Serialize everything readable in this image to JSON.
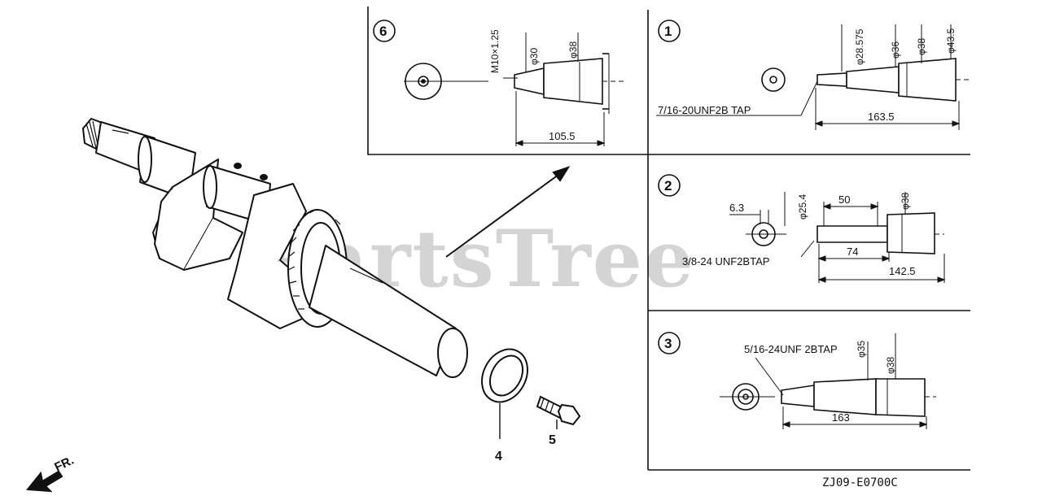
{
  "watermark": "PartsTree",
  "diagram_code": "ZJ09-E0700C",
  "front_marker": "FR.",
  "callouts": {
    "washer": "4",
    "bolt": "5"
  },
  "panels": {
    "p6": {
      "number": "6",
      "thread": "M10×1.25",
      "dia1": "φ30",
      "dia2": "φ38",
      "length": "105.5"
    },
    "p1": {
      "number": "1",
      "tap": "7/16-20UNF2B TAP",
      "dia1": "φ28.575",
      "dia2": "φ36",
      "dia3": "φ38",
      "dia4": "φ43.5",
      "length": "163.5"
    },
    "p2": {
      "number": "2",
      "key": "6.3",
      "dia1": "φ25.4",
      "dia2": "φ38",
      "len1": "50",
      "len2": "74",
      "len3": "142.5",
      "tap": "3/8-24 UNF2BTAP"
    },
    "p3": {
      "number": "3",
      "tap": "5/16-24UNF 2BTAP",
      "dia1": "φ35",
      "dia2": "φ38",
      "length": "163"
    }
  }
}
